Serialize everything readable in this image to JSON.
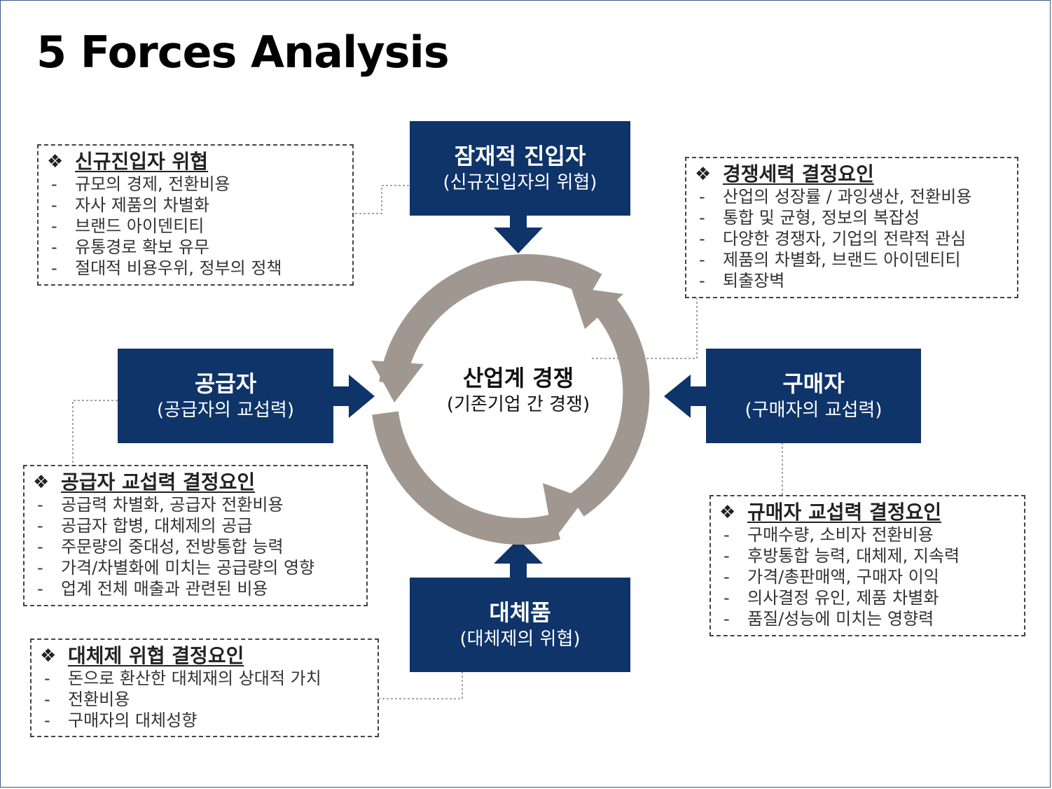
{
  "title": "5 Forces Analysis",
  "forces": {
    "top": {
      "name": "잠재적 진입자",
      "sub": "(신규진입자의 위협)"
    },
    "left": {
      "name": "공급자",
      "sub": "(공급자의 교섭력)"
    },
    "right": {
      "name": "구매자",
      "sub": "(구매자의 교섭력)"
    },
    "bottom": {
      "name": "대체품",
      "sub": "(대체제의 위협)"
    },
    "center": {
      "name": "산업계 경쟁",
      "sub": "(기존기업 간 경쟁)"
    }
  },
  "boxes": {
    "new_entrant": {
      "bullet": "❖",
      "title": "신규진입자 위협",
      "items": [
        "규모의 경제, 전환비용",
        "자사 제품의 차별화",
        "브랜드 아이덴티티",
        "유통경로 확보 유무",
        "절대적 비용우위, 정부의 정책"
      ]
    },
    "rivalry": {
      "bullet": "❖",
      "title": "경쟁세력 결정요인",
      "items": [
        "산업의 성장률 / 과잉생산, 전환비용",
        "통합 및 균형, 정보의 복잡성",
        "다양한 경쟁자, 기업의 전략적 관심",
        "제품의 차별화, 브랜드 아이덴티티",
        "퇴출장벽"
      ]
    },
    "supplier": {
      "bullet": "❖",
      "title": "공급자 교섭력 결정요인",
      "items": [
        "공급력 차별화, 공급자 전환비용",
        "공급자 합병, 대체제의 공급",
        "주문량의 중대성, 전방통합 능력",
        "가격/차별화에 미치는 공급량의 영향",
        "업계 전체 매출과 관련된 비용"
      ]
    },
    "buyer": {
      "bullet": "❖",
      "title": "규매자 교섭력 결정요인",
      "items": [
        "구매수량, 소비자 전환비용",
        "후방통합 능력, 대체제, 지속력",
        "가격/총판매액, 구매자 이익",
        "의사결정 유인, 제품 차별화",
        "품질/성능에 미치는 영향력"
      ]
    },
    "substitute": {
      "bullet": "❖",
      "title": "대체제 위협 결정요인",
      "items": [
        "돈으로 환산한 대체재의 상대적 가치",
        "전환비용",
        "구매자의 대체성향"
      ]
    }
  },
  "colors": {
    "force_box": "#0e3469",
    "cycle": "#a09890",
    "connector": "#888888"
  }
}
